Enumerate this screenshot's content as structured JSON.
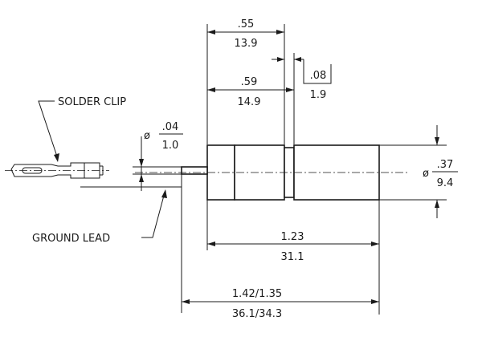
{
  "labels": {
    "solder_clip": "SOLDER CLIP",
    "ground_lead": "GROUND LEAD"
  },
  "dimensions": {
    "body_front_in": ".55",
    "body_front_mm": "13.9",
    "body_mid_in": ".59",
    "body_mid_mm": "14.9",
    "groove_in": ".08",
    "groove_mm": "1.9",
    "lead_dia_symbol": "ø",
    "lead_dia_in": ".04",
    "lead_dia_mm": "1.0",
    "body_dia_symbol": "ø",
    "body_dia_in": ".37",
    "body_dia_mm": "9.4",
    "body_length_in": "1.23",
    "body_length_mm": "31.1",
    "overall_length_in": "1.42/1.35",
    "overall_length_mm": "36.1/34.3"
  }
}
